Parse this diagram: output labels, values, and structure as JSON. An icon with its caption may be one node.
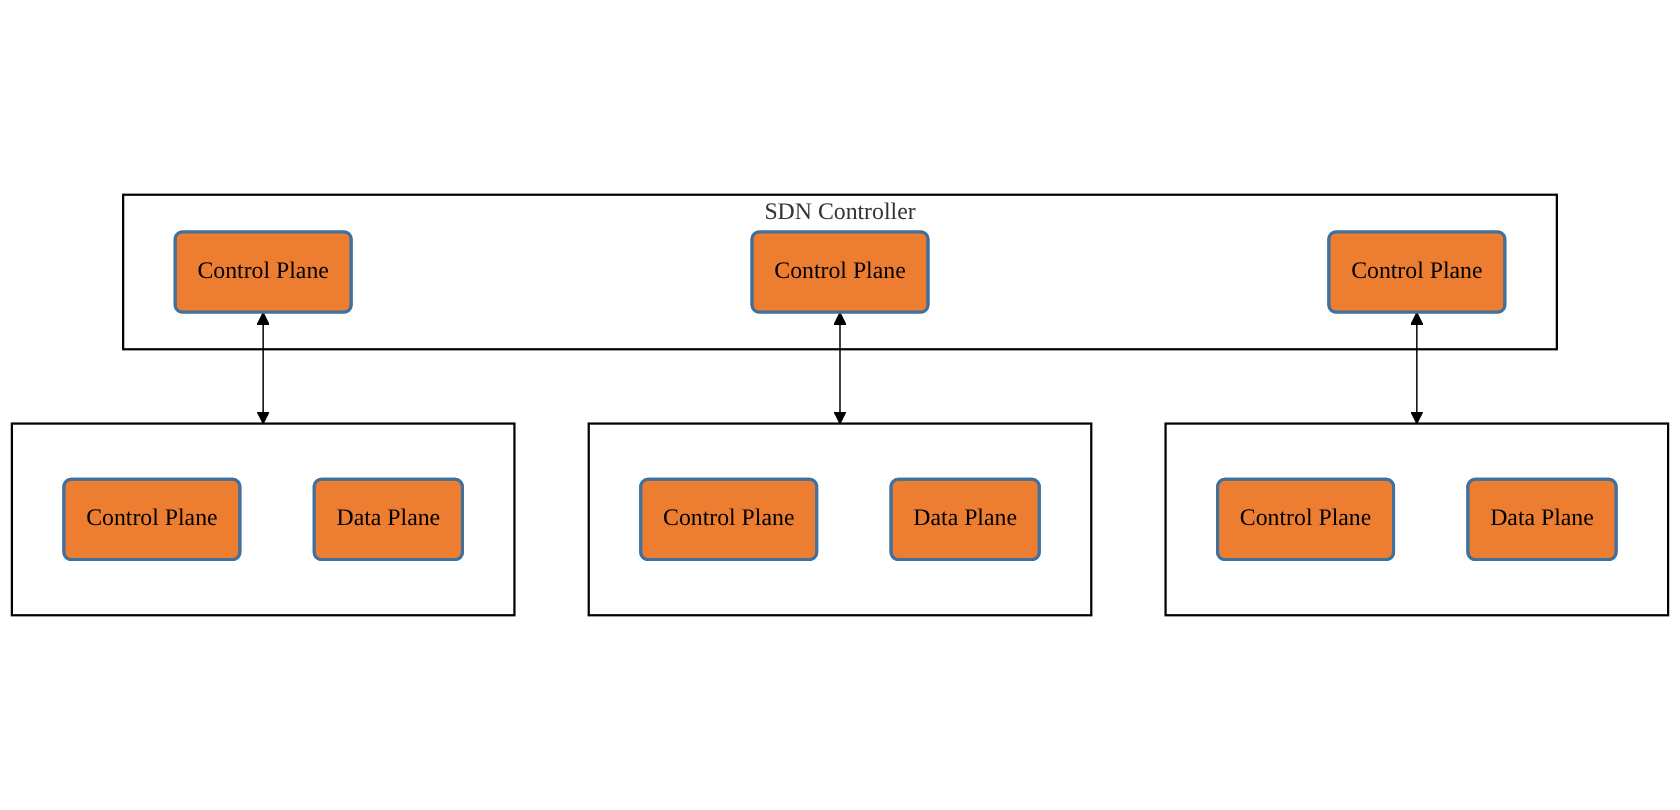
{
  "diagram": {
    "nodes": [
      {
        "text": [
          "SDN Controller"
        ]
      },
      {
        "text": [
          "Control Plane"
        ],
        "in": 0
      },
      {
        "text": [
          "Control Plane"
        ],
        "in": 0
      },
      {
        "text": [
          "Control Plane"
        ],
        "in": 0
      },
      {
        "text": [],
        "shape": "box"
      },
      {
        "text": [
          "Control Plane"
        ],
        "in": 4
      },
      {
        "text": [
          "Data Plane"
        ],
        "in": 4
      },
      {
        "text": [],
        "shape": "box"
      },
      {
        "text": [
          "Control Plane"
        ],
        "in": 7
      },
      {
        "text": [
          "Data Plane"
        ],
        "in": 7
      },
      {
        "text": [],
        "shape": "box"
      },
      {
        "text": [
          "Control Plane"
        ],
        "in": 10
      },
      {
        "text": [
          "Data Plane"
        ],
        "in": 10
      }
    ],
    "edges": [
      {
        "from": 1,
        "to": 4,
        "arrow": "both"
      },
      {
        "from": 2,
        "to": 7,
        "arrow": "both"
      },
      {
        "from": 3,
        "to": 10,
        "arrow": "both"
      }
    ]
  }
}
